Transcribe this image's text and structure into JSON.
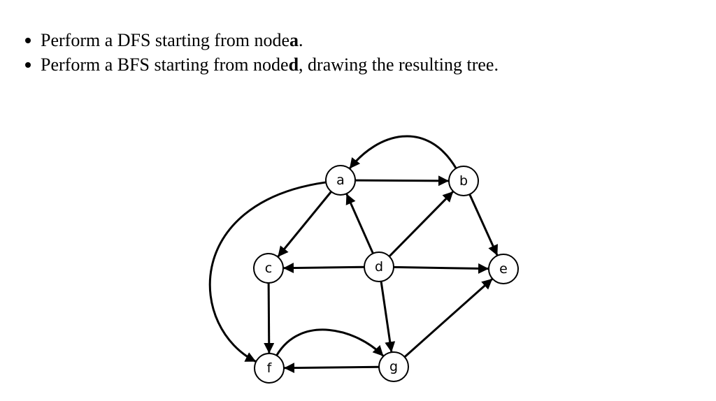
{
  "bullets": [
    {
      "pre": "Perform a DFS starting from node ",
      "bold": "a",
      "post": "."
    },
    {
      "pre": "Perform a BFS starting from node ",
      "bold": "d",
      "post": ", drawing the resulting tree."
    }
  ],
  "graph": {
    "nodes": [
      "a",
      "b",
      "c",
      "d",
      "e",
      "f",
      "g"
    ],
    "edges": [
      {
        "from": "a",
        "to": "b"
      },
      {
        "from": "b",
        "to": "a",
        "curved": true
      },
      {
        "from": "a",
        "to": "c"
      },
      {
        "from": "a",
        "to": "f",
        "curved": true
      },
      {
        "from": "d",
        "to": "a"
      },
      {
        "from": "d",
        "to": "b"
      },
      {
        "from": "d",
        "to": "c"
      },
      {
        "from": "d",
        "to": "e"
      },
      {
        "from": "d",
        "to": "g"
      },
      {
        "from": "b",
        "to": "e"
      },
      {
        "from": "c",
        "to": "f"
      },
      {
        "from": "f",
        "to": "g",
        "curved": true
      },
      {
        "from": "g",
        "to": "f"
      },
      {
        "from": "g",
        "to": "e"
      }
    ]
  }
}
